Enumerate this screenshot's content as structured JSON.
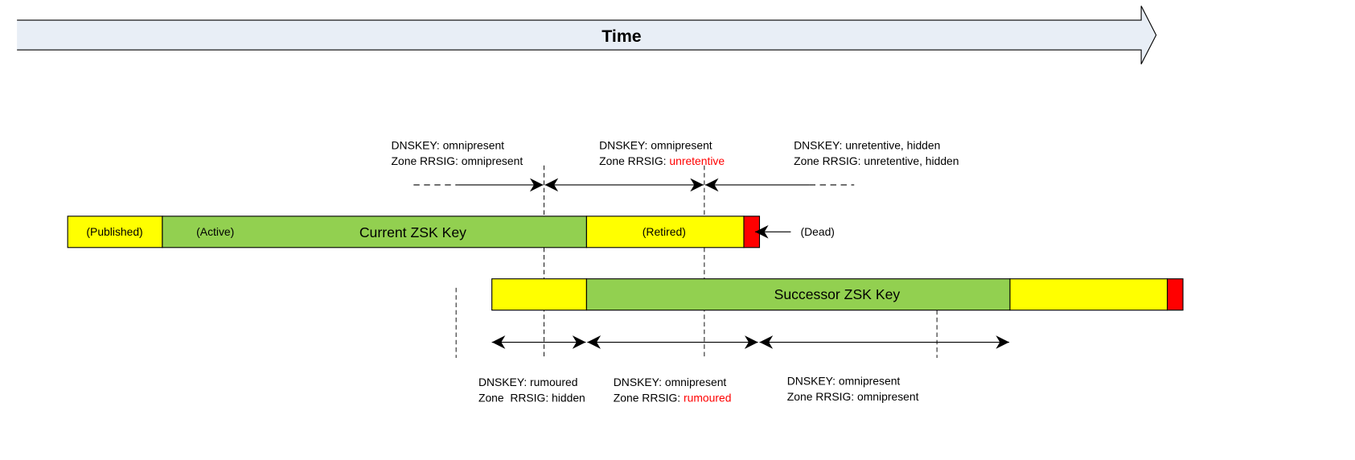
{
  "timeline": {
    "title": "Time"
  },
  "colors": {
    "published": "#ffff00",
    "active": "#92d050",
    "retired": "#ffff00",
    "dead": "#ff0000",
    "time_arrow_fill": "#e8eef6",
    "highlight_text": "#ff0000"
  },
  "current_key": {
    "title": "Current ZSK Key",
    "segments": [
      {
        "state": "published",
        "label": "(Published)"
      },
      {
        "state": "active",
        "label": "(Active)"
      },
      {
        "state": "retired",
        "label": "(Retired)"
      },
      {
        "state": "dead",
        "label": ""
      }
    ],
    "dead_callout": "(Dead)"
  },
  "successor_key": {
    "title": "Successor ZSK Key",
    "segments": [
      {
        "state": "published",
        "label": ""
      },
      {
        "state": "active",
        "label": ""
      },
      {
        "state": "retired",
        "label": ""
      },
      {
        "state": "dead",
        "label": ""
      }
    ]
  },
  "current_states": [
    {
      "dnskey_prefix": "DNSKEY: ",
      "dnskey": "omnipresent",
      "rrsig_prefix": "Zone RRSIG: ",
      "rrsig": "omnipresent",
      "rrsig_highlight": false
    },
    {
      "dnskey_prefix": "DNSKEY: ",
      "dnskey": "omnipresent",
      "rrsig_prefix": "Zone RRSIG: ",
      "rrsig": "unretentive",
      "rrsig_highlight": true
    },
    {
      "dnskey_prefix": "DNSKEY: ",
      "dnskey": "unretentive, hidden",
      "rrsig_prefix": "Zone RRSIG: ",
      "rrsig": "unretentive, hidden",
      "rrsig_highlight": false
    }
  ],
  "successor_states": [
    {
      "dnskey_prefix": "DNSKEY: ",
      "dnskey": "rumoured",
      "rrsig_prefix": "Zone  RRSIG: ",
      "rrsig": "hidden",
      "rrsig_highlight": false
    },
    {
      "dnskey_prefix": "DNSKEY: ",
      "dnskey": "omnipresent",
      "rrsig_prefix": "Zone RRSIG: ",
      "rrsig": "rumoured",
      "rrsig_highlight": true
    },
    {
      "dnskey_prefix": "DNSKEY: ",
      "dnskey": "omnipresent",
      "rrsig_prefix": "Zone RRSIG: ",
      "rrsig": "omnipresent",
      "rrsig_highlight": false
    }
  ]
}
